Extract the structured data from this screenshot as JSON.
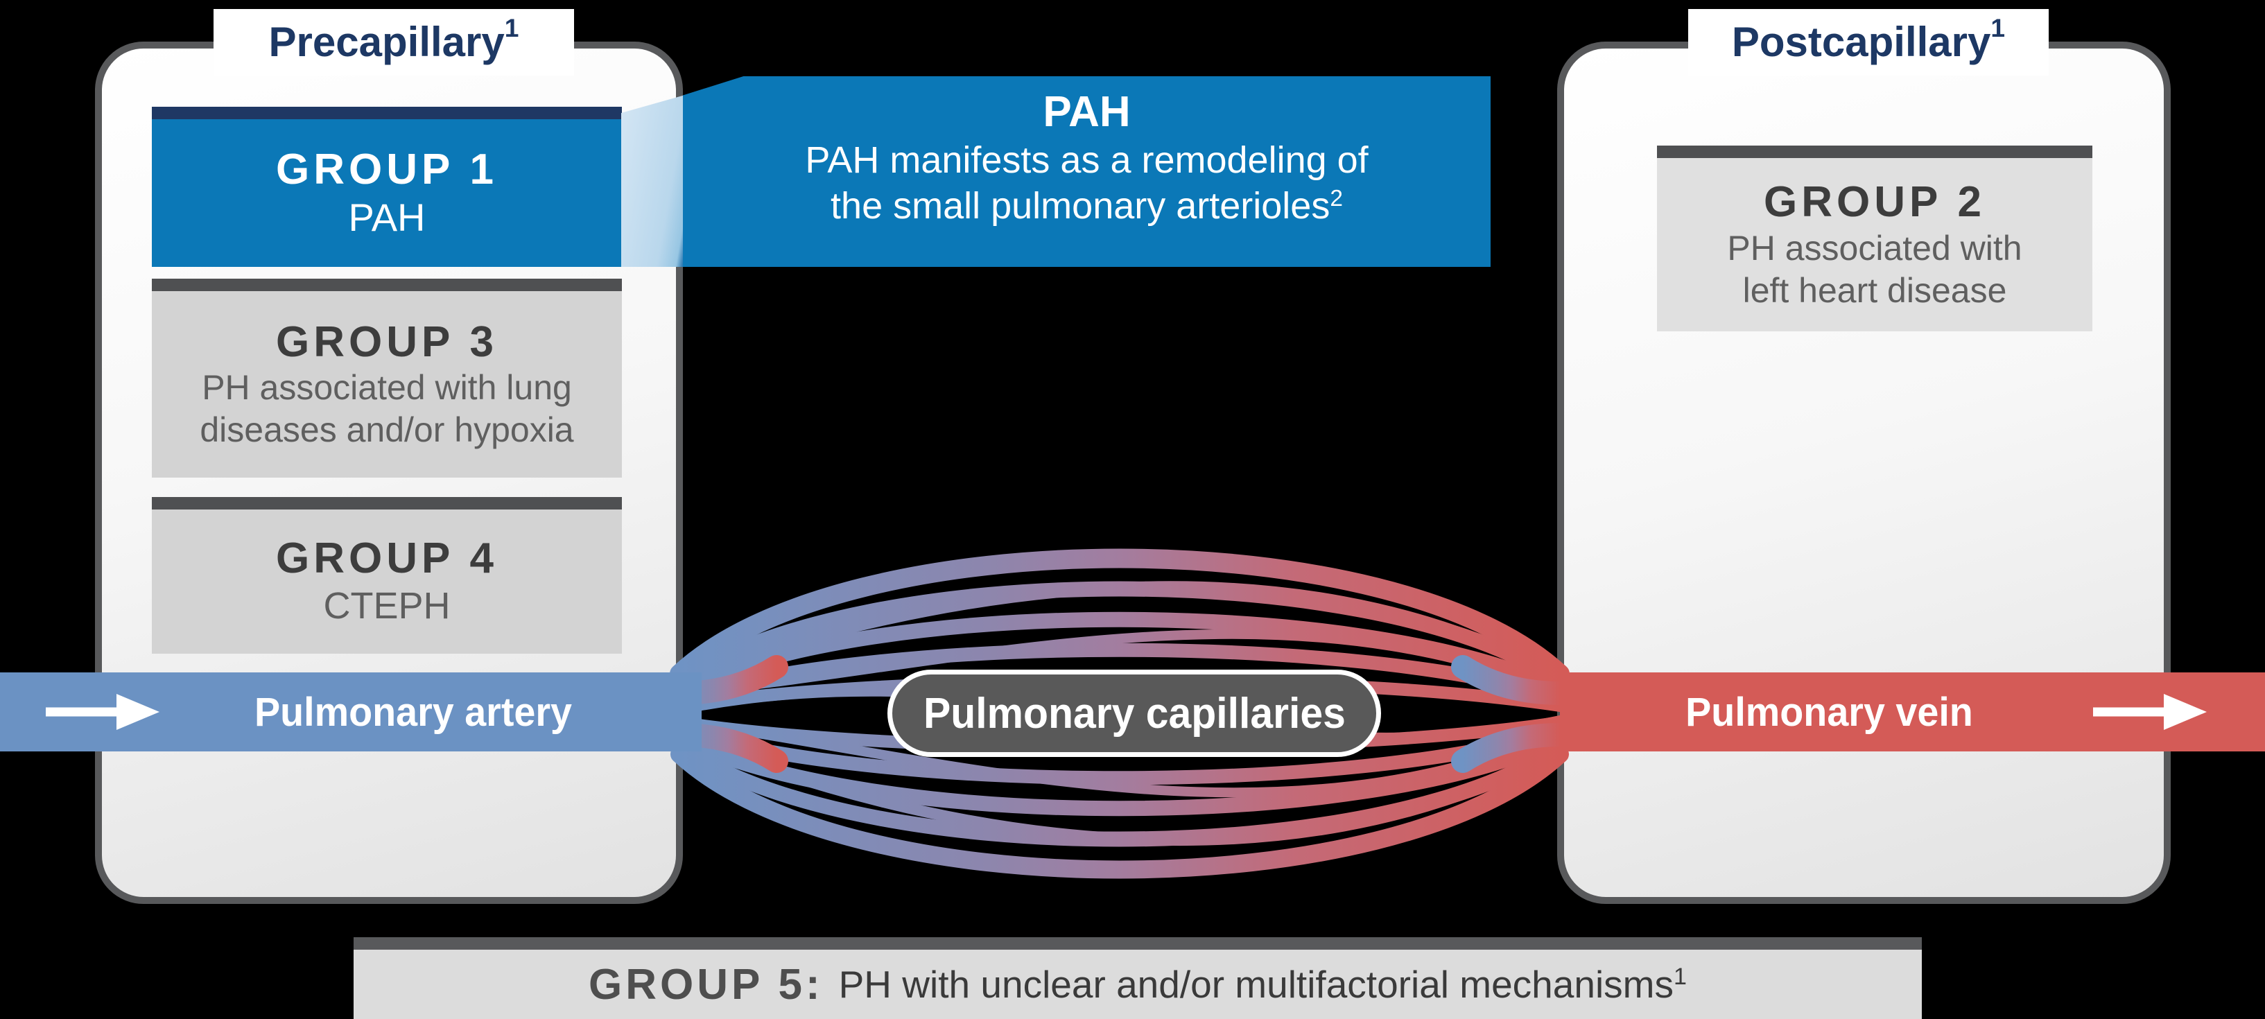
{
  "colors": {
    "background": "#000000",
    "accent_blue": "#0b78b7",
    "navy": "#1d3864",
    "steel_blue_artery": "#6b92c3",
    "coral_red_vein": "#d45b57",
    "panel_border_gray": "#58595b",
    "box_gray": "#d3d3d3",
    "box_light_gray": "#e0e0e0",
    "box_top_bar_gray": "#4f5052",
    "pill_gray": "#595959"
  },
  "precapillary": {
    "label": "Precapillary",
    "label_sup": "1"
  },
  "postcapillary": {
    "label": "Postcapillary",
    "label_sup": "1"
  },
  "groups": {
    "group1": {
      "title": "GROUP 1",
      "subtitle": "PAH"
    },
    "group2": {
      "title": "GROUP 2",
      "line1": "PH associated with",
      "line2": "left heart disease"
    },
    "group3": {
      "title": "GROUP 3",
      "line1": "PH associated with lung",
      "line2": "diseases and/or hypoxia"
    },
    "group4": {
      "title": "GROUP 4",
      "subtitle": "CTEPH"
    },
    "group5": {
      "title": "GROUP 5:",
      "text": "PH with unclear and/or multifactorial mechanisms",
      "text_sup": "1"
    }
  },
  "banner": {
    "title": "PAH",
    "line1": "PAH manifests as a remodeling of",
    "line2": "the small pulmonary arterioles",
    "line2_sup": "2"
  },
  "flow": {
    "artery": "Pulmonary artery",
    "capillaries": "Pulmonary capillaries",
    "vein": "Pulmonary vein"
  }
}
